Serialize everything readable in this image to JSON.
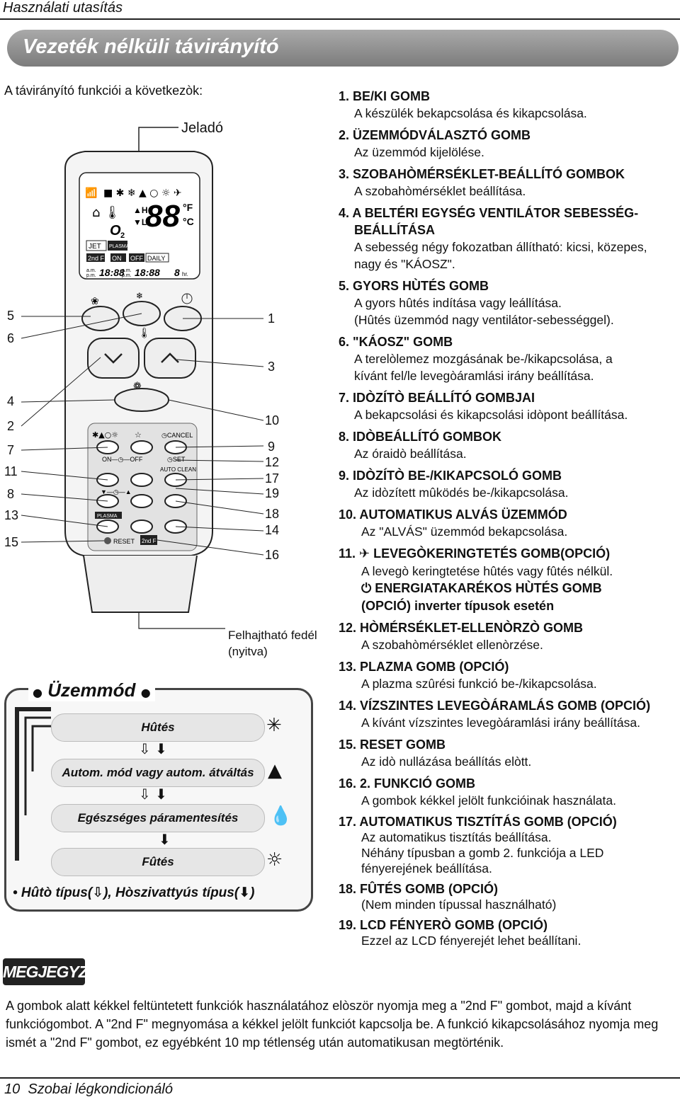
{
  "header": {
    "section": "Használati utasítás"
  },
  "banner": {
    "title": "Vezeték nélküli távirányító"
  },
  "intro": "A távirányító funkciói a következòk:",
  "remote": {
    "jelado": "Jeladó",
    "fold_label": "Felhajtható fedél (nyitva)",
    "left_callouts": [
      "5",
      "6",
      "4",
      "2",
      "7",
      "11",
      "8",
      "13",
      "15"
    ],
    "right_callouts": [
      "1",
      "3",
      "10",
      "9",
      "12",
      "17",
      "19",
      "18",
      "14",
      "16"
    ],
    "lcd": {
      "big": "88",
      "o2": "O2",
      "jet": "JET",
      "plasma": "PLASMA",
      "second": "2nd F",
      "on": "ON",
      "off": "OFF",
      "daily": "DAILY",
      "time1": "18:88",
      "time2": "18:88",
      "hr": "8 hr.",
      "ampm": "a.m. p.m.",
      "H": "H",
      "L": "L",
      "F": "°F",
      "C": "°C"
    },
    "panel": {
      "cancel": "CANCEL",
      "on": "ON",
      "off": "OFF",
      "set": "SET",
      "auto_clean": "AUTO CLEAN",
      "plasma": "PLASMA",
      "reset": "RESET",
      "second": "2nd F"
    }
  },
  "items": [
    {
      "n": "1.",
      "title": "BE/KI GOMB",
      "desc": [
        "A készülék bekapcsolása és kikapcsolása."
      ]
    },
    {
      "n": "2.",
      "title": "ÜZEMMÓDVÁLASZTÓ GOMB",
      "desc": [
        "Az üzemmód kijelölése."
      ]
    },
    {
      "n": "3.",
      "title": "SZOBAHÒMÉRSÉKLET-BEÁLLÍTÓ GOMBOK",
      "desc": [
        "A szobahòmérséklet beállítása."
      ]
    },
    {
      "n": "4.",
      "title": "A BELTÉRI EGYSÉG VENTILÁTOR SEBESSÉG-",
      "title2": "BEÁLLÍTÁSA",
      "desc": [
        "A sebesség négy fokozatban állítható: kicsi, közepes,",
        "nagy és \"KÁOSZ\"."
      ]
    },
    {
      "n": "5.",
      "title": "GYORS HÙTÉS  GOMB",
      "desc": [
        "A gyors hûtés indítása vagy leállítása.",
        "(Hûtés üzemmód nagy ventilátor-sebességgel)."
      ]
    },
    {
      "n": "6.",
      "title": "\"KÁOSZ\" GOMB",
      "desc": [
        "A terelòlemez mozgásának be-/kikapcsolása, a",
        "kívánt fel/le levegòáramlási irány beállítása."
      ]
    },
    {
      "n": "7.",
      "title": "IDÒZÍTÒ BEÁLLÍTÓ GOMBJAI",
      "desc": [
        "A bekapcsolási és kikapcsolási idòpont beállítása."
      ]
    },
    {
      "n": "8.",
      "title": "IDÒBEÁLLÍTÓ GOMBOK",
      "desc": [
        "Az óraidò beállítása."
      ]
    },
    {
      "n": "9.",
      "title": "IDÒZÍTÒ BE-/KIKAPCSOLÓ GOMB",
      "desc": [
        "Az idòzített mûködés be-/kikapcsolása."
      ]
    },
    {
      "n": "10.",
      "title": "AUTOMATIKUS ALVÁS ÜZEMMÓD",
      "desc": [
        "Az \"ALVÁS\" üzemmód bekapcsolása."
      ]
    },
    {
      "n": "11.",
      "title": "LEVEGÒKERINGTETÉS GOMB(OPCIÓ)",
      "desc": [
        "A levegò keringtetése hûtés vagy fûtés nélkül."
      ],
      "title_b": "ENERGIATAKARÉKOS HÙTÉS GOMB",
      "title_c": "(OPCIÓ) inverter típusok esetén"
    },
    {
      "n": "12.",
      "title": "HÒMÉRSÉKLET-ELLENÒRZÒ GOMB",
      "desc": [
        "A szobahòmérséklet ellenòrzése."
      ]
    },
    {
      "n": "13.",
      "title": "PLAZMA GOMB (OPCIÓ)",
      "desc": [
        "A plazma szûrési funkció be-/kikapcsolása."
      ]
    },
    {
      "n": "14.",
      "title": "VÍZSZINTES LEVEGÒÁRAMLÁS GOMB (OPCIÓ)",
      "desc": [
        "A kívánt vízszintes levegòáramlási irány beállítása."
      ]
    },
    {
      "n": "15.",
      "title": "RESET GOMB",
      "desc": [
        "Az idò nullázása beállítás elòtt."
      ]
    },
    {
      "n": "16.",
      "title": "2. FUNKCIÓ GOMB",
      "desc": [
        "A gombok kékkel jelölt funkcióinak használata."
      ]
    },
    {
      "n": "17.",
      "title": "AUTOMATIKUS TISZTÍTÁS GOMB (OPCIÓ)",
      "desc": [
        "Az automatikus tisztítás beállítása.",
        "Néhány típusban a gomb 2. funkciója a LED",
        "fényerejének beállítása."
      ]
    },
    {
      "n": "18.",
      "title": "FÛTÉS GOMB (OPCIÓ)",
      "desc": [
        "(Nem minden típussal használható)"
      ]
    },
    {
      "n": "19.",
      "title": "LCD FÉNYERÒ GOMB (OPCIÓ)",
      "desc": [
        "Ezzel az LCD fényerejét lehet beállítani."
      ]
    }
  ],
  "modes": {
    "title": "Üzemmód",
    "list": [
      "Hûtés",
      "Autom. mód vagy autom. átváltás",
      "Egészséges páramentesítés",
      "Fûtés"
    ],
    "footer_a": "• Hûtò típus(",
    "footer_b": "), Hòszivattyús típus(",
    "footer_c": ")"
  },
  "note": {
    "tag": "MEGJEGYZÉS",
    "text": "A gombok alatt kékkel feltüntetett funkciók használatához elòször nyomja meg a \"2nd F\" gombot, majd a kívánt funkciógombot. A \"2nd F\" megnyomása a kékkel jelölt funkciót kapcsolja be. A funkció kikapcsolásához nyomja meg ismét a \"2nd F\" gombot, ez egyébként 10 mp tétlenség után automatikusan megtörténik."
  },
  "footer": {
    "page": "10",
    "title": "Szobai légkondicionáló"
  }
}
